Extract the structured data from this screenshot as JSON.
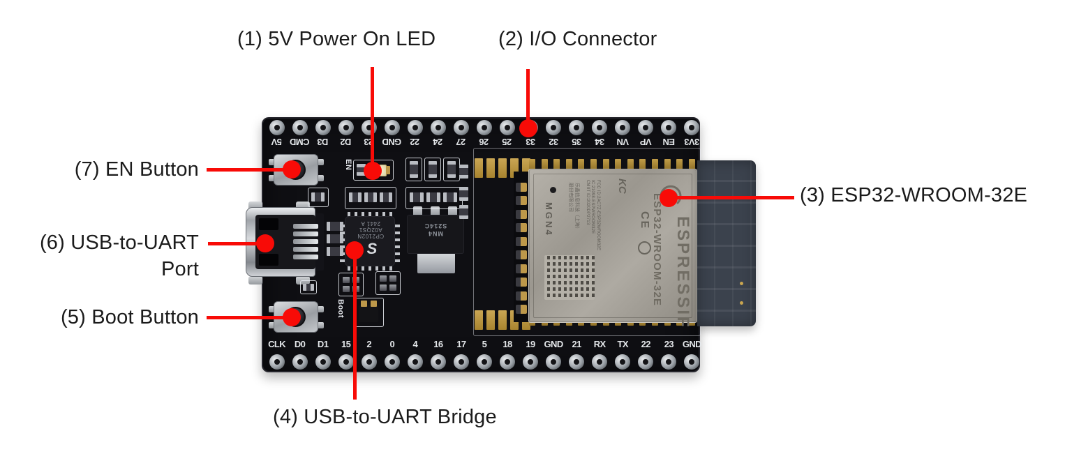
{
  "callouts": [
    {
      "id": "1",
      "label": "(1) 5V Power On LED"
    },
    {
      "id": "2",
      "label": "(2) I/O Connector"
    },
    {
      "id": "3",
      "label": "(3) ESP32-WROOM-32E"
    },
    {
      "id": "4",
      "label": "(4) USB-to-UART Bridge"
    },
    {
      "id": "5",
      "label": "(5) Boot Button"
    },
    {
      "id": "6",
      "line1": "(6) USB-to-UART",
      "line2": "Port"
    },
    {
      "id": "7",
      "label": "(7) EN Button"
    }
  ],
  "board": {
    "top_pin_labels": [
      "5V",
      "CMD",
      "D3",
      "D2",
      "23",
      "GND",
      "22",
      "24",
      "27",
      "26",
      "25",
      "33",
      "32",
      "35",
      "34",
      "VN",
      "VP",
      "EN",
      "3V3"
    ],
    "bottom_pin_labels": [
      "CLK",
      "D0",
      "D1",
      "15",
      "2",
      "0",
      "4",
      "16",
      "17",
      "5",
      "18",
      "19",
      "GND",
      "21",
      "RX",
      "TX",
      "22",
      "23",
      "GND"
    ],
    "silkscreen": {
      "en_label": "EN",
      "boot_label": "Boot"
    },
    "module": {
      "brand": "ESPRESSIF",
      "model": "ESP32-WROOM-32E",
      "fcc_line": "FCC ID:2AC7Z-ESP32WROOM32E",
      "ic_line": "IC:21098-ESPWROOM32E",
      "cmiit_line": "CMIIT ID:2020DP2713",
      "company_line1": "乐鑫信息科技（上海）",
      "company_line2": "股份有限公司",
      "kc_mark": "KC",
      "ce_mark": "CE",
      "marking": "MGN4"
    },
    "bridge_chip": {
      "line1": "CP2102N",
      "line2": "A02QS1",
      "line3": "2441 A",
      "logo": "S"
    },
    "regulator": {
      "line1": "MN4",
      "line2": "S214C"
    }
  },
  "colors": {
    "annotation_red": "#f80b07",
    "pcb_black": "#0f0f13",
    "silkscreen_white": "#e8ebf0",
    "pad_gold": "#b8943f",
    "shield_silver": "#a7a39b",
    "antenna_gray": "#3b424d",
    "label_text": "#1b1b1b",
    "background": "#ffffff"
  }
}
